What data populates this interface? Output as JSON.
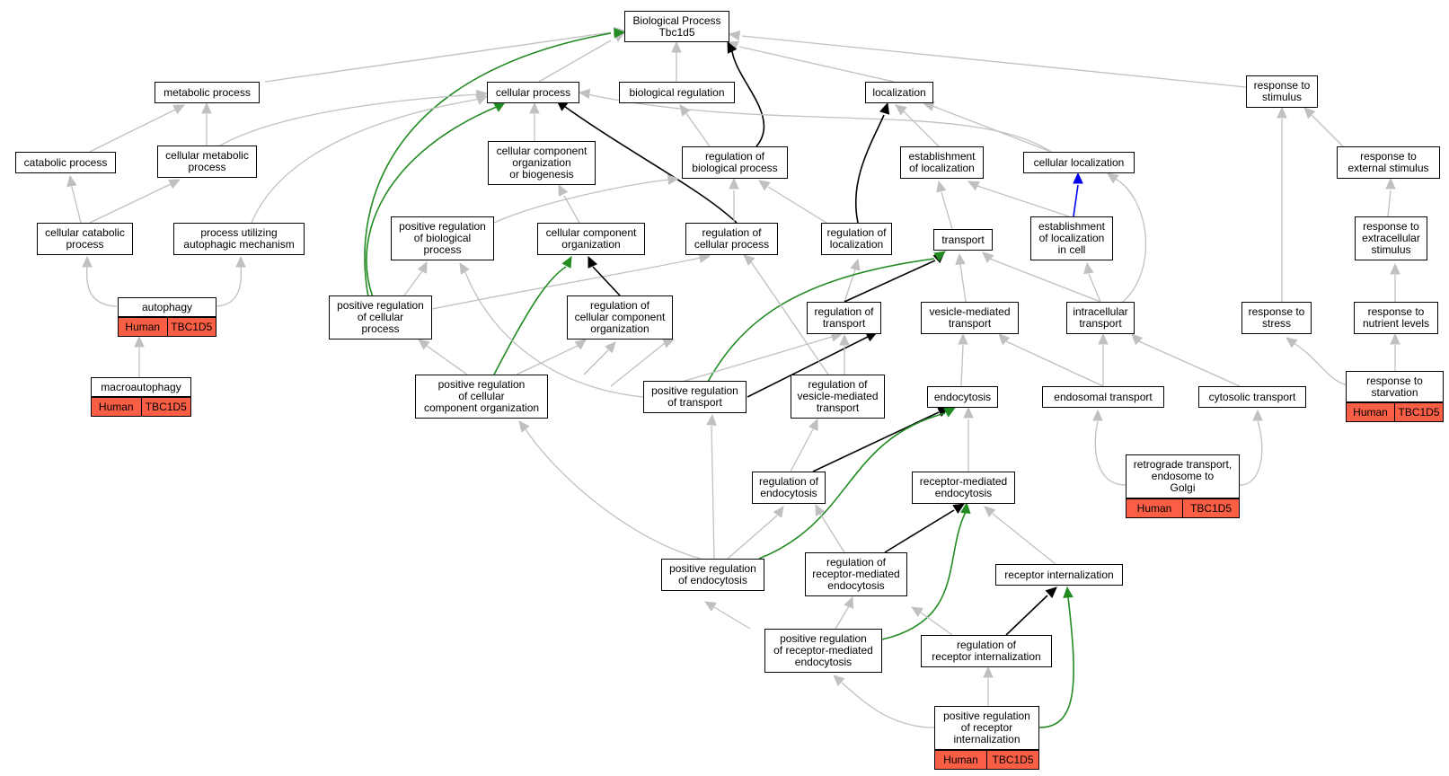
{
  "colors": {
    "edge_default": "#c0c0c0",
    "edge_black": "#000000",
    "edge_green": "#228b22",
    "edge_blue": "#0000ee",
    "annotation_fill": "#fa5f45"
  },
  "nodes": {
    "bp": "Biological Process\nTbc1d5",
    "metabolic": "metabolic process",
    "cellular_process": "cellular process",
    "bio_reg": "biological regulation",
    "localization": "localization",
    "response_stim": "response to\nstimulus",
    "catabolic": "catabolic process",
    "cell_metabolic": "cellular metabolic\nprocess",
    "cc_org_biogen": "cellular component\norganization\nor biogenesis",
    "reg_bio": "regulation of\nbiological process",
    "estab_loc": "establishment\nof localization",
    "cell_loc": "cellular localization",
    "resp_ext": "response to\nexternal stimulus",
    "cell_catabolic": "cellular catabolic\nprocess",
    "autophagic_mech": "process utilizing\nautophagic mechanism",
    "pos_reg_bio": "positive regulation\nof biological\nprocess",
    "cc_org": "cellular component\norganization",
    "reg_cell_proc": "regulation of\ncellular process",
    "reg_loc": "regulation of\nlocalization",
    "transport": "transport",
    "estab_loc_cell": "establishment\nof localization\nin cell",
    "resp_extracell": "response to\nextracellular\nstimulus",
    "autophagy": "autophagy",
    "pos_reg_cell_proc": "positive regulation\nof cellular\nprocess",
    "reg_cc_org": "regulation of\ncellular component\norganization",
    "reg_transport": "regulation of\ntransport",
    "vesicle_transport": "vesicle-mediated\ntransport",
    "intracell_transport": "intracellular\ntransport",
    "resp_stress": "response to\nstress",
    "resp_nutrient": "response to\nnutrient levels",
    "macroautophagy": "macroautophagy",
    "pos_reg_cc_org": "positive regulation\nof cellular\ncomponent organization",
    "pos_reg_transport": "positive regulation\nof transport",
    "reg_vesicle": "regulation of\nvesicle-mediated\ntransport",
    "endocytosis": "endocytosis",
    "endosomal": "endosomal transport",
    "cytosolic": "cytosolic transport",
    "resp_starv": "response to\nstarvation",
    "reg_endo": "regulation of\nendocytosis",
    "rme": "receptor-mediated\nendocytosis",
    "retro": "retrograde transport,\nendosome to\nGolgi",
    "pos_reg_endo": "positive regulation\nof endocytosis",
    "reg_rme": "regulation of\nreceptor-mediated\nendocytosis",
    "rec_intern": "receptor internalization",
    "pos_reg_rme": "positive regulation\nof receptor-mediated\nendocytosis",
    "reg_rec_intern": "regulation of\nreceptor internalization",
    "pos_reg_rec_intern": "positive regulation\nof receptor\ninternalization"
  },
  "annotation": {
    "species": "Human",
    "gene": "TBC1D5"
  }
}
